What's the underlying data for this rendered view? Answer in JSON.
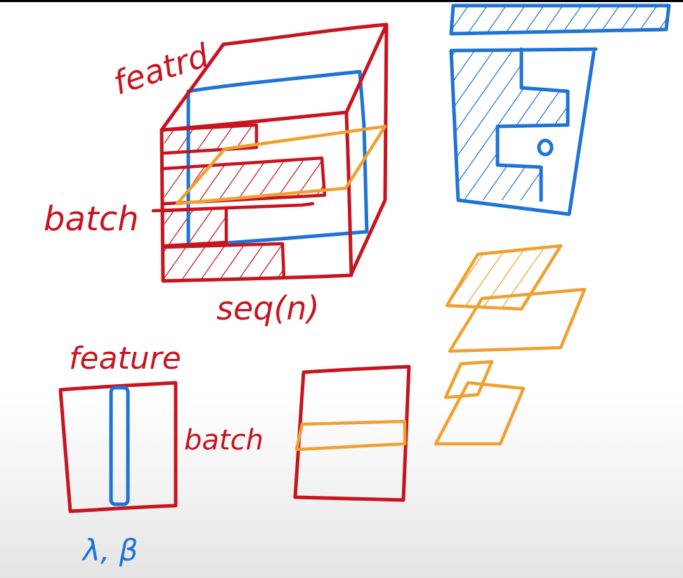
{
  "colors": {
    "red": "#c8141e",
    "blue": "#1e73d6",
    "orange": "#f0a030",
    "background": "#ffffff"
  },
  "labels": {
    "feature_d": "featrd",
    "batch_3d": "batch",
    "seq_n": "seq(n)",
    "feature_2d": "feature",
    "batch_2d": "batch",
    "lambda_beta": "λ, β"
  }
}
